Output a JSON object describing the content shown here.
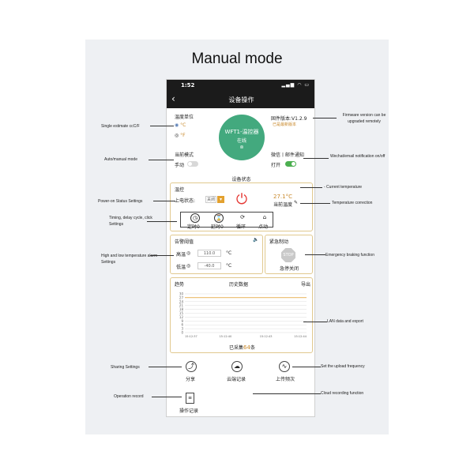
{
  "page_title": "Manual mode",
  "status_bar": {
    "time": "1:52",
    "signal": "▂▄▆ ◠ ▭"
  },
  "nav": {
    "title": "设备操作"
  },
  "temp_unit": {
    "label": "温度单位",
    "c": "°C",
    "f": "°F"
  },
  "firmware": {
    "label": "固件版本:V1.2.9",
    "note": "已是最新版本"
  },
  "device": {
    "name": "WFT1-温控器",
    "state": "在线",
    "signal": "⊚"
  },
  "mode": {
    "label": "当前模式",
    "value": "手动"
  },
  "notify": {
    "label": "微信丨邮件通知",
    "value": "打开"
  },
  "device_status": {
    "title": "设备状态"
  },
  "control": {
    "title": "温控",
    "power_on_label": "上电状态:",
    "power_on_value": "关闭",
    "current_temp": "27.1°C",
    "current_temp_label": "当前温度",
    "buttons": [
      {
        "label": "定时",
        "count": "0"
      },
      {
        "label": "延时",
        "count": "0"
      },
      {
        "label": "循环",
        "count": ""
      },
      {
        "label": "点动",
        "count": ""
      }
    ]
  },
  "alarm": {
    "title": "告警阈值",
    "high_label": "高温",
    "high_value": "110.0",
    "low_label": "低温",
    "low_value": "-40.0",
    "unit": "°C"
  },
  "emergency": {
    "title": "紧急制动",
    "stop": "STOP",
    "label": "急停关闭"
  },
  "chart_panel": {
    "left": "趋势",
    "center": "历史数据",
    "right": "导出",
    "count_prefix": "已采集",
    "count_value": "64",
    "count_suffix": "条"
  },
  "chart_data": {
    "type": "line",
    "x_labels": [
      "15:12:37",
      "15:12:40",
      "15:12:43",
      "15:12:44"
    ],
    "y_ticks": [
      "30",
      "27",
      "24",
      "21",
      "18",
      "15",
      "12",
      "9",
      "6",
      "3",
      "0"
    ],
    "ylim": [
      0,
      30
    ],
    "values": [
      27.1,
      27.1,
      27.1,
      27.1
    ]
  },
  "actions": {
    "share": "分享",
    "cloud": "云端记录",
    "upload": "上传频次",
    "log": "操作记录"
  },
  "annotations": {
    "single_unit": "Single estimate ccC/F",
    "auto_manual": "Auto/manual mode",
    "power_on": "Power-on Status Settings",
    "timing": "Timing, delay cycle, click Settings",
    "alarm": "High and low temperature alarm Settings",
    "sharing": "Sharing Settings",
    "operation": "Operation record",
    "firmware": "Firmware version can be upgraded remotely",
    "notify": "Wechat/email notification on/off",
    "current_temp": "- Current temperature",
    "temp_correction": "Temperature correction",
    "emergency": "Emergency braking function",
    "lan_export": "LAN data and export",
    "upload_freq": "Set the upload frequency",
    "cloud_record": "Cloud recording function"
  },
  "colors": {
    "accent": "#c8882a",
    "device_green": "#43a97e",
    "power_red": "#e53935",
    "toggle_on": "#4caf50"
  }
}
